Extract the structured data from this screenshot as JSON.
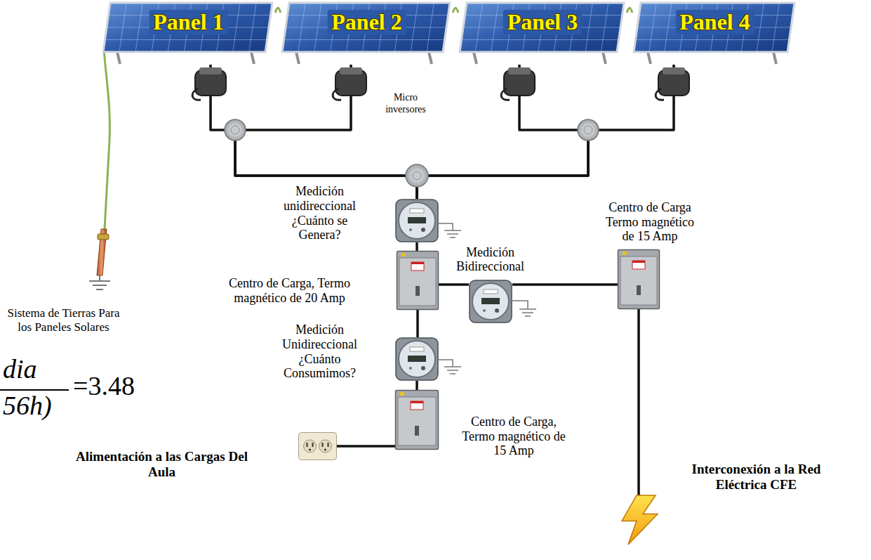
{
  "diagram": {
    "nodes": [
      {
        "text": [
          "Panel 1"
        ]
      },
      {
        "text": [
          "Panel 2"
        ]
      },
      {
        "text": [
          "Panel 3"
        ]
      },
      {
        "text": [
          "Panel 4"
        ]
      },
      {
        "text": [
          "Medición unidireccional ¿Cuánto se Genera?"
        ]
      },
      {
        "text": [
          "Centro de Carga, Termo magnético de 20 Amp"
        ]
      },
      {
        "text": [
          "Medición Bidireccional"
        ]
      },
      {
        "text": [
          "Centro de Carga Termo magnético de 15 Amp"
        ]
      },
      {
        "text": [
          "Medición Unidireccional ¿Cuánto Consumimos?"
        ]
      },
      {
        "text": [
          "Centro de Carga, Termo magnético de 15 Amp"
        ]
      },
      {
        "text": [
          "Alimentación a las Cargas Del Aula"
        ]
      },
      {
        "text": [
          "Interconexión a la Red Eléctrica CFE"
        ]
      }
    ],
    "edges": [
      {
        "from": 0,
        "to": 1,
        "arrow": "none"
      },
      {
        "from": 1,
        "to": 2,
        "arrow": "none"
      },
      {
        "from": 2,
        "to": 3,
        "arrow": "none"
      },
      {
        "from": 0,
        "to": 4,
        "arrow": "none"
      },
      {
        "from": 1,
        "to": 4,
        "arrow": "none"
      },
      {
        "from": 2,
        "to": 4,
        "arrow": "none"
      },
      {
        "from": 3,
        "to": 4,
        "arrow": "none"
      },
      {
        "from": 4,
        "to": 5,
        "arrow": "none"
      },
      {
        "from": 5,
        "to": 6,
        "arrow": "none"
      },
      {
        "from": 6,
        "to": 7,
        "arrow": "none"
      },
      {
        "from": 7,
        "to": 11,
        "arrow": "none"
      },
      {
        "from": 5,
        "to": 8,
        "arrow": "none"
      },
      {
        "from": 8,
        "to": 9,
        "arrow": "none"
      },
      {
        "from": 9,
        "to": 10,
        "arrow": "none"
      }
    ],
    "labels": [
      "Micro inversores",
      "Sistema de Tierras Para los Paneles Solares",
      "dia",
      "56h)",
      "=3.48"
    ]
  }
}
